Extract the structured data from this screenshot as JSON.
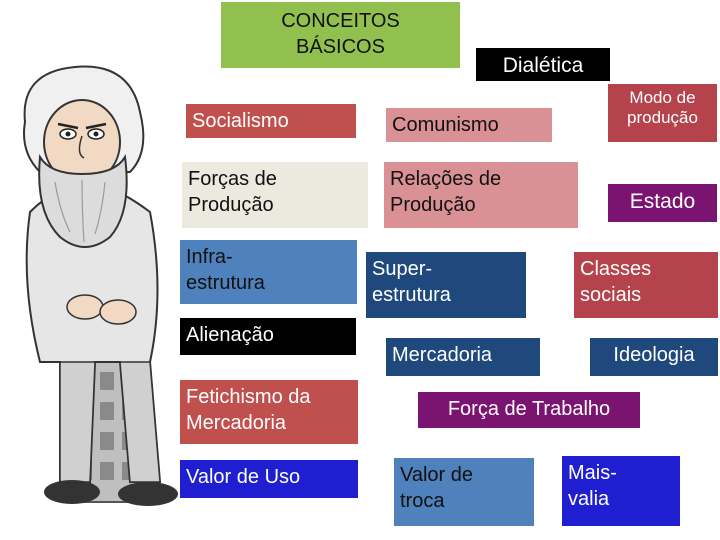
{
  "title": "CONCEITOS\nBÁSICOS",
  "concepts": {
    "dialetica": "Dialética",
    "modo_producao": "Modo de\nprodução",
    "socialismo": "Socialismo",
    "comunismo": "Comunismo",
    "forcas_producao": "Forças de\nProdução",
    "relacoes_producao": "Relações de\nProdução",
    "estado": "Estado",
    "infraestrutura": "Infra-\nestrutura",
    "superestrutura": "Super-\nestrutura",
    "classes_sociais": "Classes\nsociais",
    "alienacao": "Alienação",
    "mercadoria": "Mercadoria",
    "ideologia": "Ideologia",
    "fetichismo": "Fetichismo da\nMercadoria",
    "forca_trabalho": "Força de Trabalho",
    "valor_uso": "Valor de Uso",
    "valor_troca": "Valor de\ntroca",
    "mais_valia": "Mais-\nvalia"
  },
  "colors": {
    "title_green": "#92c04f",
    "red": "#c0504d",
    "pink": "#d99195",
    "beige": "#ece9de",
    "steel_blue": "#4f81bd",
    "navy": "#1f497d",
    "purple": "#7b1471",
    "royal_blue": "#1f1fd1",
    "black": "#000000"
  },
  "image": {
    "icon": "karl-marx-caricature-icon"
  }
}
